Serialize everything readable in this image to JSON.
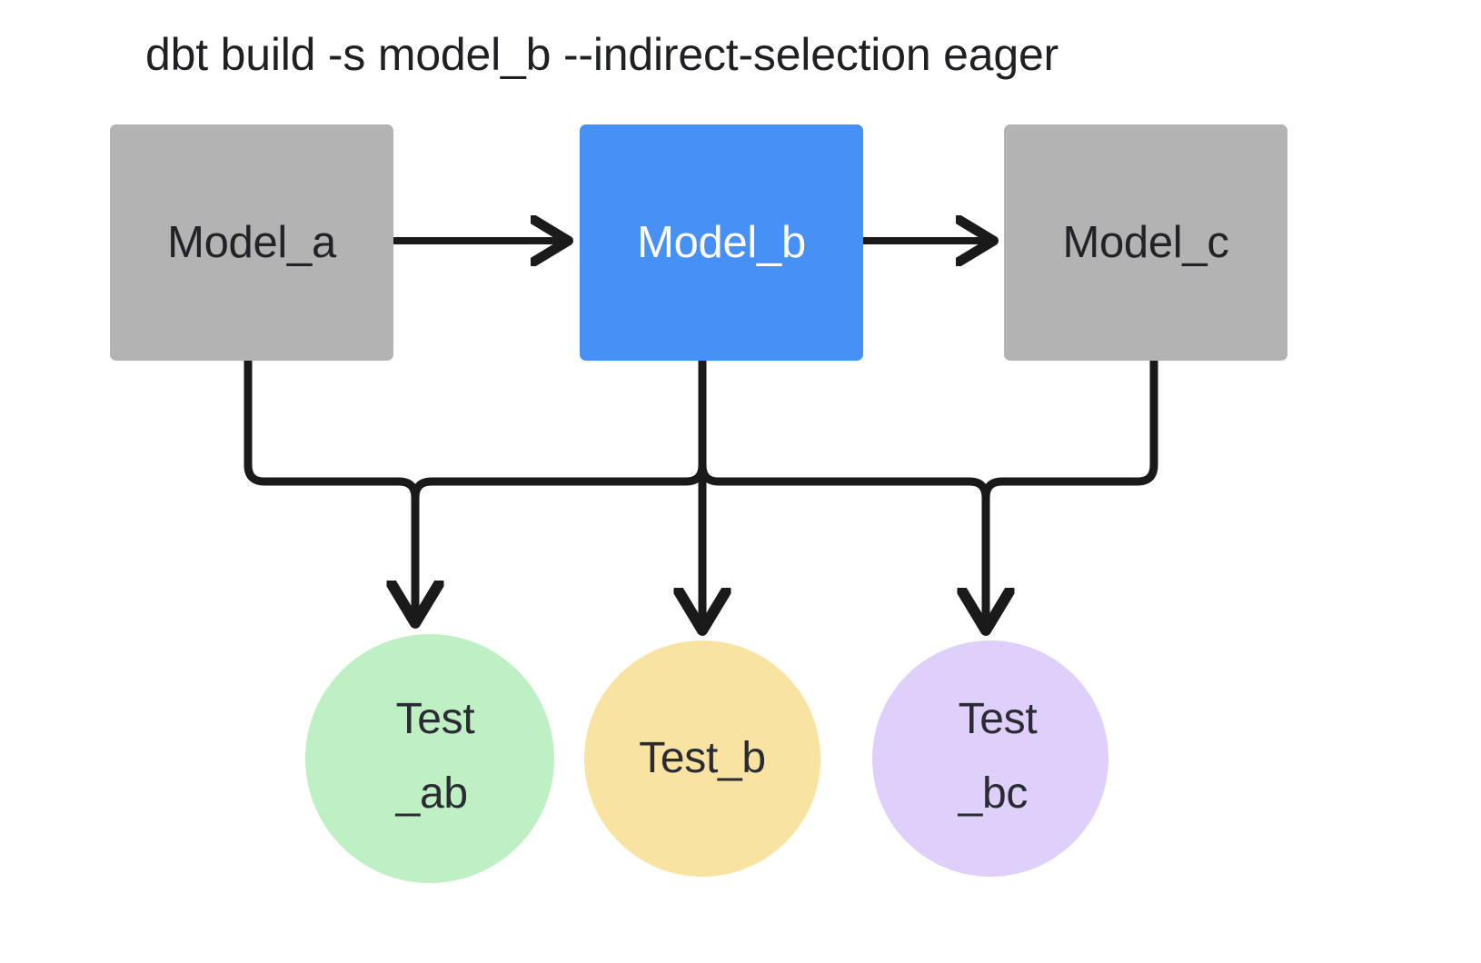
{
  "diagram": {
    "title": "dbt build -s model_b --indirect-selection eager",
    "background_color": "#ffffff",
    "edge_color": "#1a1a1a",
    "models": [
      {
        "id": "model_a",
        "label": "Model_a",
        "shape": "rectangle",
        "fill": "#b3b3b3",
        "text_color": "#222326",
        "selected": false
      },
      {
        "id": "model_b",
        "label": "Model_b",
        "shape": "rectangle",
        "fill": "#4790f5",
        "text_color": "#ffffff",
        "selected": true
      },
      {
        "id": "model_c",
        "label": "Model_c",
        "shape": "rectangle",
        "fill": "#b3b3b3",
        "text_color": "#222326",
        "selected": false
      }
    ],
    "tests": [
      {
        "id": "test_ab",
        "label_lines": [
          "Test",
          "_ab"
        ],
        "shape": "circle",
        "fill": "#bff0c4",
        "text_color": "#2b2b33"
      },
      {
        "id": "test_b",
        "label_lines": [
          "Test_b"
        ],
        "shape": "circle",
        "fill": "#f9e3a3",
        "text_color": "#2b2b33"
      },
      {
        "id": "test_bc",
        "label_lines": [
          "Test",
          "_bc"
        ],
        "shape": "circle",
        "fill": "#ded0fa",
        "text_color": "#2b2b33"
      }
    ],
    "edges": [
      {
        "from": "model_a",
        "to": "model_b",
        "style": "arrow-right"
      },
      {
        "from": "model_b",
        "to": "model_c",
        "style": "arrow-right"
      },
      {
        "from": "model_a",
        "to": "test_ab",
        "style": "elbow-down"
      },
      {
        "from": "model_b",
        "to": "test_ab",
        "style": "elbow-down"
      },
      {
        "from": "model_b",
        "to": "test_b",
        "style": "straight-down"
      },
      {
        "from": "model_b",
        "to": "test_bc",
        "style": "elbow-down"
      },
      {
        "from": "model_c",
        "to": "test_bc",
        "style": "elbow-down"
      }
    ]
  }
}
